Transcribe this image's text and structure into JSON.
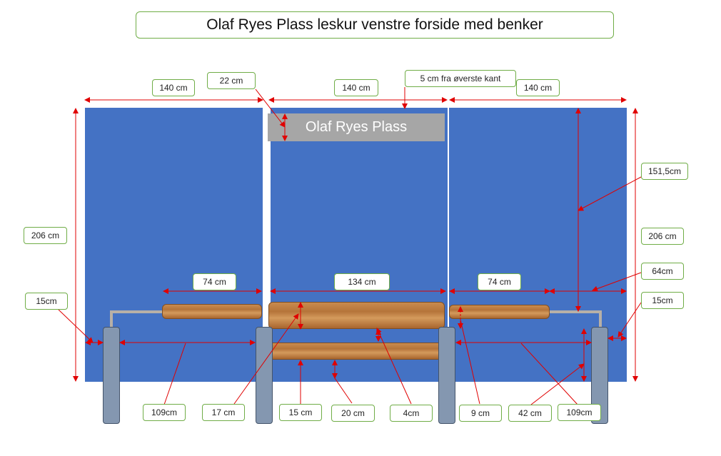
{
  "title": "Olaf Ryes Plass leskur venstre forside med benker",
  "sign_text": "Olaf Ryes Plass",
  "labels": {
    "width_left": "140 cm",
    "sign_height": "22 cm",
    "width_middle": "140 cm",
    "sign_offset": "5 cm fra øverste kant",
    "width_right": "140 cm",
    "height_left": "206 cm",
    "height_right": "206 cm",
    "upper_height_right": "151,5cm",
    "bench_left_width": "74 cm",
    "bench_middle_width": "134 cm",
    "bench_right_width": "74 cm",
    "bottom_gap_right": "64cm",
    "post_left": "15cm",
    "post_right": "15cm",
    "gap_left": "109cm",
    "seat_depth": "17 cm",
    "lower_bench": "15 cm",
    "bench_gap": "20 cm",
    "bench_thickness": "4cm",
    "post_gap": "9 cm",
    "seat_height": "42 cm",
    "gap_right": "109cm"
  },
  "colors": {
    "panel": "#4472c4",
    "sign": "#a6a6a6",
    "arrow": "#e00000",
    "label_border": "#70ad47"
  }
}
